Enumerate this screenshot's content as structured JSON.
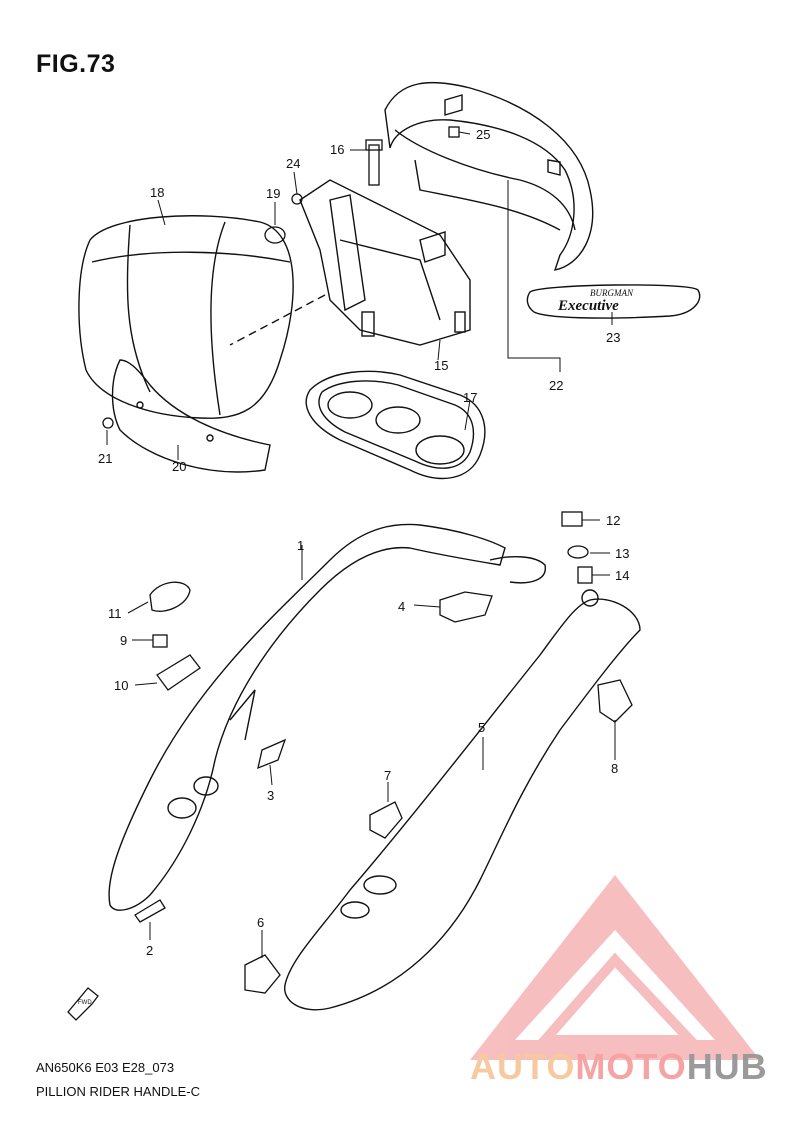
{
  "figure": {
    "title": "FIG.73",
    "code": "AN650K6 E03 E28_073",
    "caption": "PILLION RIDER HANDLE-C"
  },
  "emblem": {
    "line1": "BURGMAN",
    "line2": "Executive"
  },
  "direction_tag": "FWD",
  "watermark": {
    "part1": "AUTO",
    "part2": "MOTO",
    "part3": "HUB",
    "colors": {
      "part1": "#f7c9a0",
      "part2": "#f5a3a3",
      "part3": "#9a9a9a",
      "triangle": "#f08a8a"
    }
  },
  "parts": [
    {
      "no": "1"
    },
    {
      "no": "2"
    },
    {
      "no": "3"
    },
    {
      "no": "4"
    },
    {
      "no": "5"
    },
    {
      "no": "6"
    },
    {
      "no": "7"
    },
    {
      "no": "8"
    },
    {
      "no": "9"
    },
    {
      "no": "10"
    },
    {
      "no": "11"
    },
    {
      "no": "12"
    },
    {
      "no": "13"
    },
    {
      "no": "14"
    },
    {
      "no": "15"
    },
    {
      "no": "16"
    },
    {
      "no": "17"
    },
    {
      "no": "18"
    },
    {
      "no": "19"
    },
    {
      "no": "20"
    },
    {
      "no": "21"
    },
    {
      "no": "22"
    },
    {
      "no": "23"
    },
    {
      "no": "24"
    },
    {
      "no": "25"
    }
  ]
}
